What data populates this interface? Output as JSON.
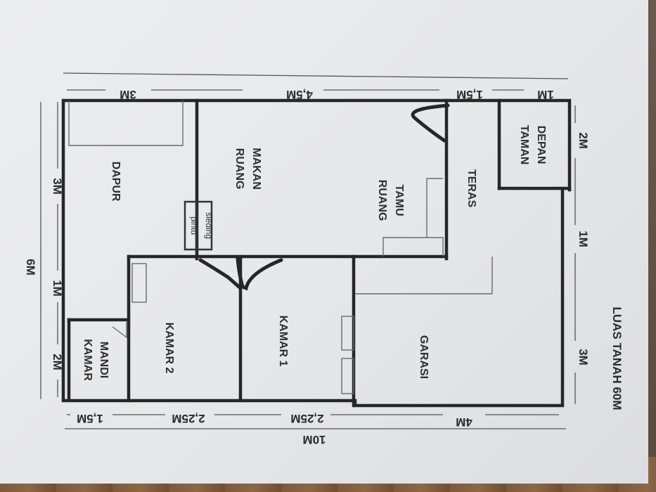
{
  "rooms": {
    "dapur": [
      "DAPUR"
    ],
    "ruang_makan": [
      "RUANG",
      "MAKAN"
    ],
    "ruang_tamu": [
      "RUANG",
      "TAMU"
    ],
    "teras": [
      "TERAS"
    ],
    "taman_depan": [
      "TAMAN",
      "DEPAN"
    ],
    "kamar_mandi": [
      "KAMAR",
      "MANDI"
    ],
    "kamar_2": [
      "KAMAR 2"
    ],
    "kamar_1": [
      "KAMAR 1"
    ],
    "garasi": [
      "GARASI"
    ]
  },
  "sliding_door": [
    "pintu",
    "sleding"
  ],
  "dimensions": {
    "top": [
      "3M",
      "4,5M",
      "1,5M",
      "1M"
    ],
    "bottom": [
      "1,5M",
      "2,25M",
      "2,25M",
      "4M"
    ],
    "left": [
      "3M",
      "1M",
      "2M"
    ],
    "right": [
      "2M",
      "1M",
      "3M"
    ],
    "total_width": "6M",
    "total_length": "10M"
  },
  "note": "LUAS TANAH 60M",
  "colors": {
    "paper": "#e8e9ec",
    "ink": "#262626",
    "background": "#6a5a4d"
  }
}
